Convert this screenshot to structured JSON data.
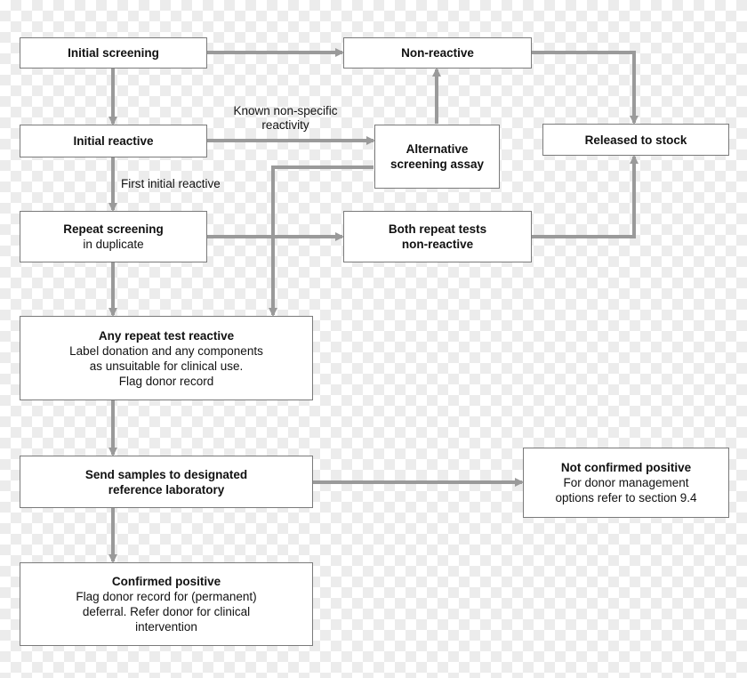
{
  "nodes": {
    "initial_screening": "Initial screening",
    "non_reactive": "Non-reactive",
    "initial_reactive": "Initial reactive",
    "alternative_assay": [
      "Alternative",
      "screening assay"
    ],
    "released_to_stock": "Released to stock",
    "repeat_screening": {
      "title": "Repeat screening",
      "sub": "in duplicate"
    },
    "both_repeat_nonreactive": [
      "Both repeat tests",
      "non-reactive"
    ],
    "any_repeat_reactive": {
      "title": "Any repeat test reactive",
      "lines": [
        "Label donation and any components",
        "as unsuitable for clinical use.",
        "Flag donor record"
      ]
    },
    "send_samples": [
      "Send samples to designated",
      "reference laboratory"
    ],
    "not_confirmed": {
      "title": "Not confirmed positive",
      "lines": [
        "For donor management",
        "options refer to section 9.4"
      ]
    },
    "confirmed_positive": {
      "title": "Confirmed positive",
      "lines": [
        "Flag donor record for (permanent)",
        "deferral. Refer donor for clinical",
        "intervention"
      ]
    }
  },
  "edge_labels": {
    "known_nonspecific": [
      "Known non-specific",
      "reactivity"
    ],
    "first_initial_reactive": "First initial reactive"
  },
  "colors": {
    "arrow": "#9a9a9a",
    "border": "#7a7a7a"
  }
}
